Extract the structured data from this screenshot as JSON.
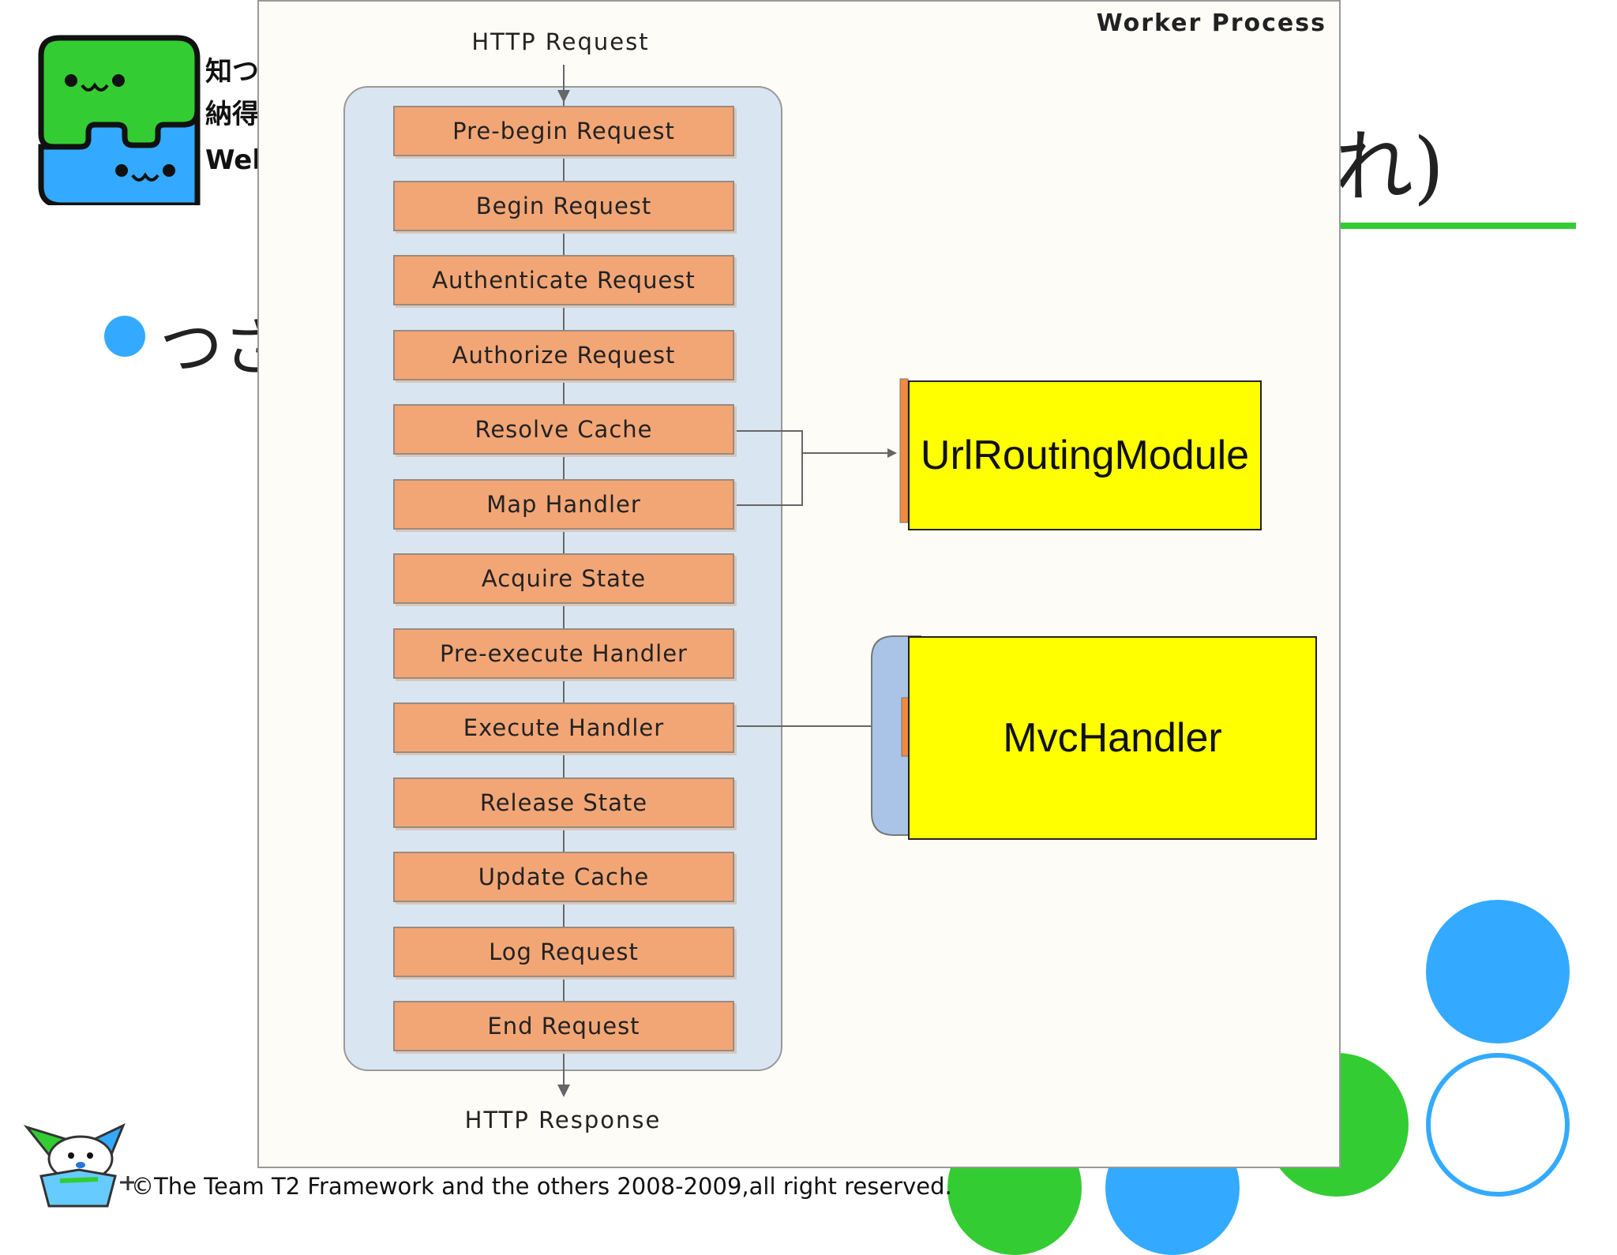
{
  "slide": {
    "title_fragment": "れ)",
    "bullet_fragment": "つさ",
    "copyright": "©The Team T2 Framework and the others 2008-2009,all right reserved.",
    "accent_green": "#33cc33",
    "accent_blue": "#33aaff"
  },
  "logo": {
    "line1": "知つ",
    "line2": "納得",
    "line3": "Wel"
  },
  "diagram": {
    "panel_title": "Worker Process",
    "input_label": "HTTP Request",
    "output_label": "HTTP Response",
    "stages": [
      "Pre-begin Request",
      "Begin Request",
      "Authenticate Request",
      "Authorize Request",
      "Resolve Cache",
      "Map Handler",
      "Acquire State",
      "Pre-execute Handler",
      "Execute Handler",
      "Release State",
      "Update Cache",
      "Log Request",
      "End Request"
    ],
    "url_routing_module": "UrlRoutingModule",
    "mvc_handler": "MvcHandler",
    "stage_color": "#f2a676",
    "pipeline_color": "#d9e6f2",
    "handler_color": "#ffff00"
  }
}
